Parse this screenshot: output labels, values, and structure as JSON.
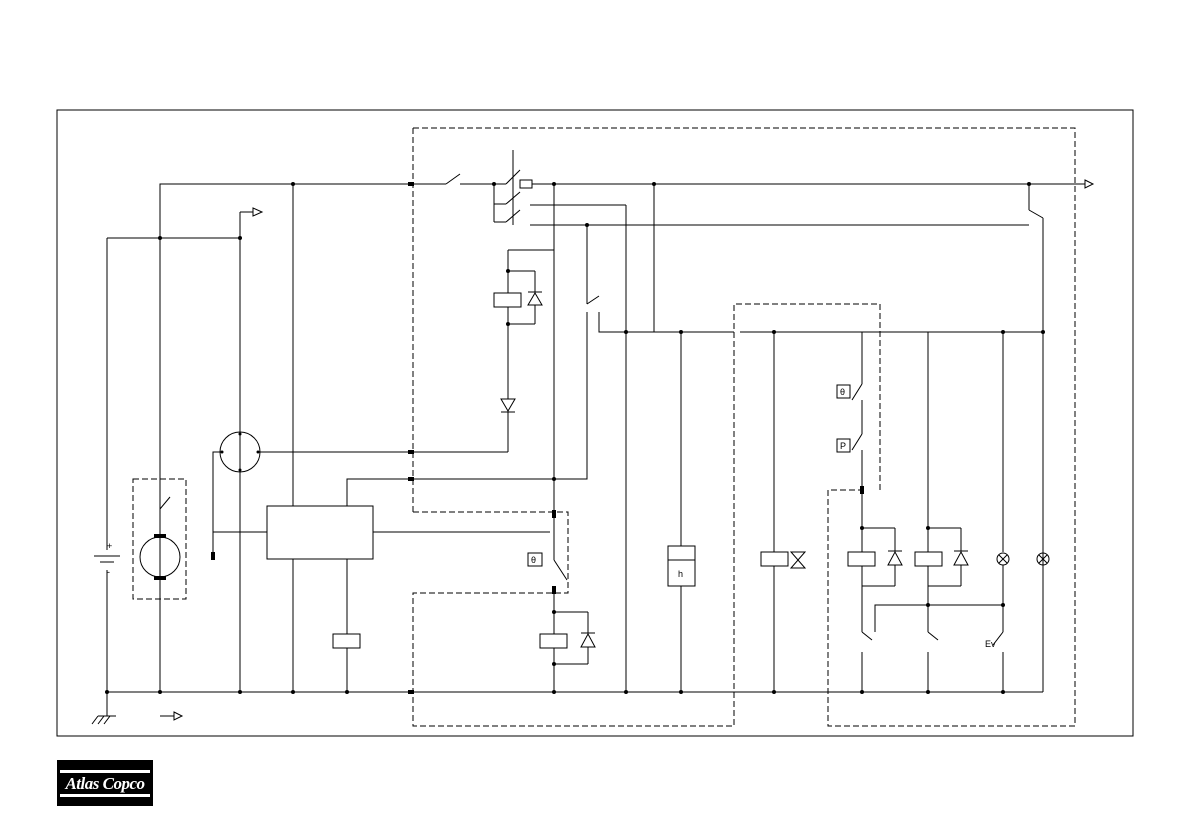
{
  "logo": {
    "text": "Atlas Copco"
  },
  "labels": {
    "theta_1": "θ",
    "theta_2": "θ",
    "pressure": "P",
    "hour_meter": "h",
    "ev": "Ev",
    "plus": "+",
    "minus": "-"
  },
  "colors": {
    "line": "#000000",
    "background": "#ffffff"
  }
}
